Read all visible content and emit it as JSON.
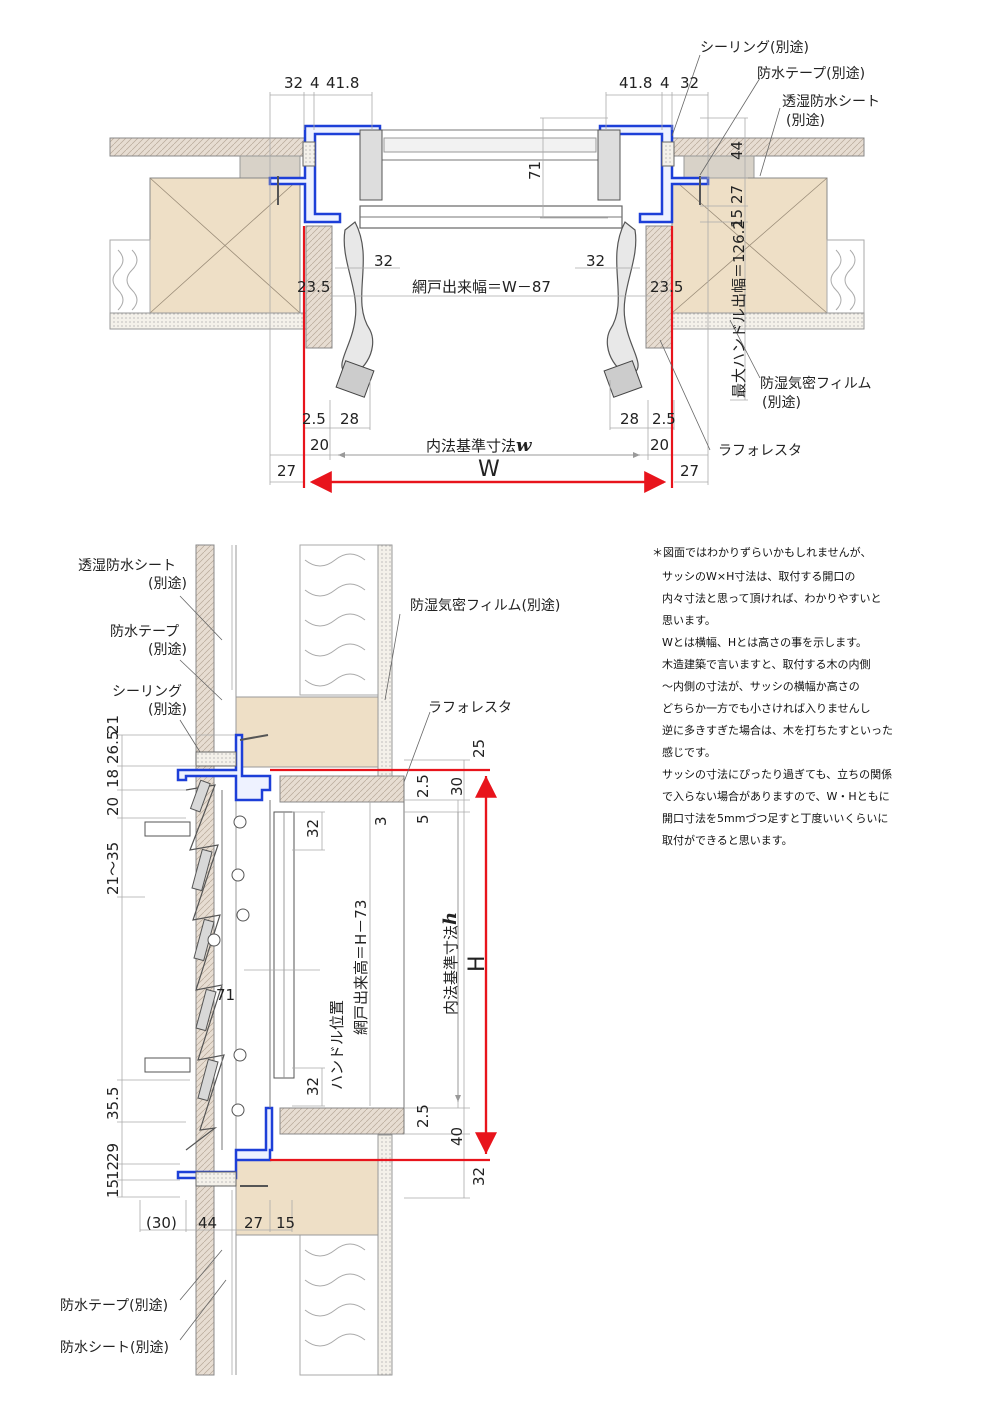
{
  "top_plan": {
    "dims_top_left": [
      "32",
      "4",
      "41.8"
    ],
    "dims_top_right": [
      "41.8",
      "4",
      "32"
    ],
    "dim_71": "71",
    "dim_32_left": "32",
    "dim_32_right": "32",
    "dim_235_left": "23.5",
    "dim_235_right": "23.5",
    "screen_width": "網戸出来幅＝W－87",
    "dims_right_vertical": [
      "44",
      "27",
      "15"
    ],
    "max_handle": "最大ハンドル出幅＝126.2",
    "dims_bottom_left": [
      "2.5",
      "28",
      "20"
    ],
    "dims_bottom_right": [
      "28",
      "2.5",
      "20"
    ],
    "inner_std_prefix": "内法基準寸法",
    "inner_std_var": "w",
    "W": "W",
    "dim_27_left": "27",
    "dim_27_right": "27",
    "labels": {
      "sealing": "シーリング(別途)",
      "tape": "防水テープ(別途)",
      "sheet_line1": "透湿防水シート",
      "sheet_line2": "(別途)",
      "film_line1": "防湿気密フィルム",
      "film_line2": "(別途)",
      "lath": "ラフォレスタ"
    }
  },
  "section": {
    "labels": {
      "sheet_line1": "透湿防水シート",
      "sheet_line2": "(別途)",
      "tape_line1": "防水テープ",
      "tape_line2": "(別途)",
      "sealing_line1": "シーリング",
      "sealing_line2": "(別途)",
      "film": "防湿気密フィルム(別途)",
      "lath": "ラフォレスタ",
      "tape_bottom": "防水テープ(別途)",
      "sheet_bottom": "防水シート(別途)"
    },
    "left_dims": [
      "21",
      "26.5",
      "20",
      "18",
      "21～35",
      "35.5",
      "29",
      "15",
      "12"
    ],
    "bottom_dims": [
      "(30)",
      "44",
      "27",
      "15"
    ],
    "dim_25": "25",
    "dim_30": "30",
    "dim_25b": "2.5",
    "dim_5": "5",
    "dim_3": "3",
    "dim_32_top": "32",
    "dim_32_bottom": "32",
    "dim_32_right": "32",
    "dim_40": "40",
    "dim_25c": "2.5",
    "dim_71": "71",
    "screen_height": "網戸出来高＝H－73",
    "handle_pos": "ハンドル位置",
    "inner_std_prefix": "内法基準寸法",
    "inner_std_var": "h",
    "H": "H"
  },
  "note": {
    "lines": [
      "＊図面ではわかりずらいかもしれませんが、",
      "サッシのW×H寸法は、取付する開口の",
      "内々寸法と思って頂ければ、わかりやすいと",
      "思います。",
      "Wとは横幅、Hとは高さの事を示します。",
      "木造建築で言いますと、取付する木の内側",
      "～内側の寸法が、サッシの横幅か高さの",
      "どちらか一方でも小さければ入りませんし",
      "逆に多きすぎた場合は、木を打ちたすといった",
      "感じです。",
      "サッシの寸法にぴったり過ぎても、立ちの関係",
      "で入らない場合がありますので、W・Hともに",
      "開口寸法を5mmづつ足すと丁度いいくらいに",
      "取付ができると思います。"
    ]
  },
  "colors": {
    "red": "#e8141c",
    "blue": "#1d3fd8",
    "wood": "#eedfc6",
    "board": "#d9cdbd",
    "gray": "#bdbdbd"
  }
}
